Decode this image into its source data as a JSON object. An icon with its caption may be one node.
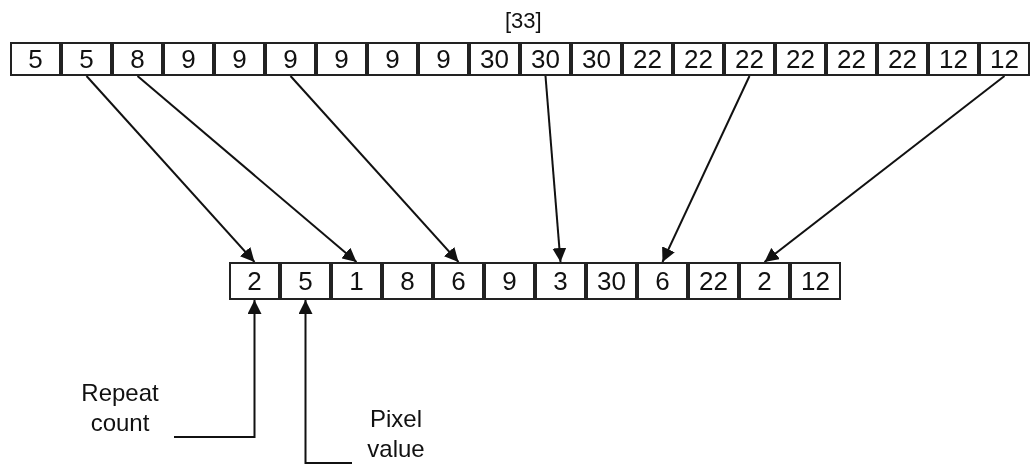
{
  "diagram": {
    "nodes": [
      {
        "text": [
          "5"
        ]
      },
      {
        "text": [
          "5"
        ]
      },
      {
        "text": [
          "8"
        ]
      },
      {
        "text": [
          "9"
        ]
      },
      {
        "text": [
          "9"
        ]
      },
      {
        "text": [
          "9"
        ]
      },
      {
        "text": [
          "9"
        ]
      },
      {
        "text": [
          "9"
        ]
      },
      {
        "text": [
          "9"
        ]
      },
      {
        "text": [
          "30"
        ]
      },
      {
        "text": [
          "30"
        ]
      },
      {
        "text": [
          "30"
        ]
      },
      {
        "text": [
          "22"
        ]
      },
      {
        "text": [
          "22"
        ]
      },
      {
        "text": [
          "22"
        ]
      },
      {
        "text": [
          "22"
        ]
      },
      {
        "text": [
          "22"
        ]
      },
      {
        "text": [
          "22"
        ]
      },
      {
        "text": [
          "12"
        ]
      },
      {
        "text": [
          "12"
        ]
      },
      {
        "text": [
          "2"
        ]
      },
      {
        "text": [
          "5"
        ]
      },
      {
        "text": [
          "1"
        ]
      },
      {
        "text": [
          "8"
        ]
      },
      {
        "text": [
          "6"
        ]
      },
      {
        "text": [
          "9"
        ]
      },
      {
        "text": [
          "3"
        ]
      },
      {
        "text": [
          "30"
        ]
      },
      {
        "text": [
          "6"
        ]
      },
      {
        "text": [
          "22"
        ]
      },
      {
        "text": [
          "2"
        ]
      },
      {
        "text": [
          "12"
        ]
      },
      {
        "text": [
          "Repeat count"
        ]
      },
      {
        "text": [
          "Pixel value"
        ]
      }
    ],
    "edges": [
      {
        "from": 1,
        "to": 20,
        "arrow": "to"
      },
      {
        "from": 2,
        "to": 22,
        "arrow": "to"
      },
      {
        "from": 5,
        "to": 24,
        "arrow": "to"
      },
      {
        "from": 10,
        "to": 26,
        "arrow": "to"
      },
      {
        "from": 14,
        "to": 28,
        "arrow": "to"
      },
      {
        "from": 19,
        "to": 30,
        "arrow": "to"
      },
      {
        "from": 32,
        "to": 20,
        "arrow": "to"
      },
      {
        "from": 33,
        "to": 21,
        "arrow": "to"
      }
    ],
    "labels": [
      "[33]"
    ]
  }
}
